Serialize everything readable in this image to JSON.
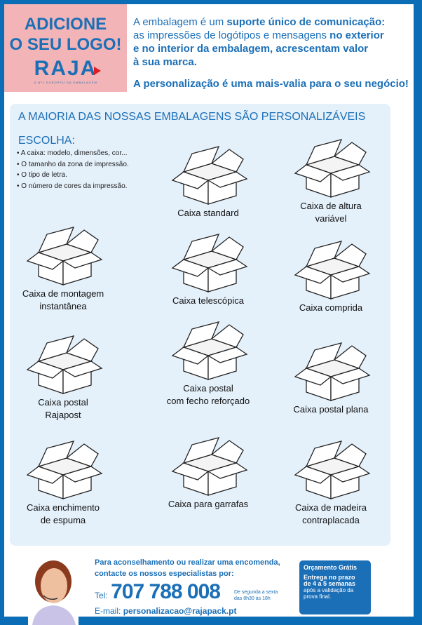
{
  "logo": {
    "title_line1": "ADICIONE",
    "title_line2": "O SEU LOGO!",
    "brand": "RAJA",
    "brand_tagline": "O Nº1 EUROPEU DA EMBALAGEM"
  },
  "intro": {
    "p1_a": "A embalagem é um ",
    "p1_b": "suporte único de comunicação:",
    "p1_c": "as impressões de logótipos e mensagens ",
    "p1_d": "no exterior",
    "p1_e": "e no interior da embalagem, acrescentam valor",
    "p1_f": "à sua marca.",
    "p2": "A personalização é uma mais-valia para o seu negócio!"
  },
  "panel": {
    "title": "A MAIORIA DAS NOSSAS EMBALAGENS SÃO PERSONALIZÁVEIS",
    "choose_title": "ESCOLHA:",
    "choose_items": [
      "A caixa: modelo, dimensões, cor...",
      "O tamanho da zona de impressão.",
      "O tipo de letra.",
      "O número de cores da impressão."
    ]
  },
  "items": [
    {
      "l1": "Caixa standard",
      "l2": ""
    },
    {
      "l1": "Caixa de altura",
      "l2": "variável"
    },
    {
      "l1": "Caixa de montagem",
      "l2": "instantânea"
    },
    {
      "l1": "Caixa telescópica",
      "l2": ""
    },
    {
      "l1": "Caixa comprida",
      "l2": ""
    },
    {
      "l1": "Caixa postal",
      "l2": "Rajapost"
    },
    {
      "l1": "Caixa postal",
      "l2": "com fecho reforçado"
    },
    {
      "l1": "Caixa postal plana",
      "l2": ""
    },
    {
      "l1": "Caixa enchimento",
      "l2": "de espuma"
    },
    {
      "l1": "Caixa para garrafas",
      "l2": ""
    },
    {
      "l1": "Caixa de madeira",
      "l2": "contraplacada"
    }
  ],
  "footer": {
    "advice_1": "Para aconselhamento ou realizar uma encomenda,",
    "advice_2": "contacte os nossos especialistas por:",
    "tel_label": "Tel:",
    "tel": "707 788 008",
    "hours_1": "De segunda a sexta",
    "hours_2": "das 8h30 às 18h",
    "email_label": "E-mail:",
    "email": "personalizacao@rajapack.pt",
    "promo_title": "Orçamento Grátis",
    "promo_1": "Entrega no prazo",
    "promo_2": "de 4 a 5 semanas",
    "promo_3": "após a validação da",
    "promo_4": "prova final."
  }
}
